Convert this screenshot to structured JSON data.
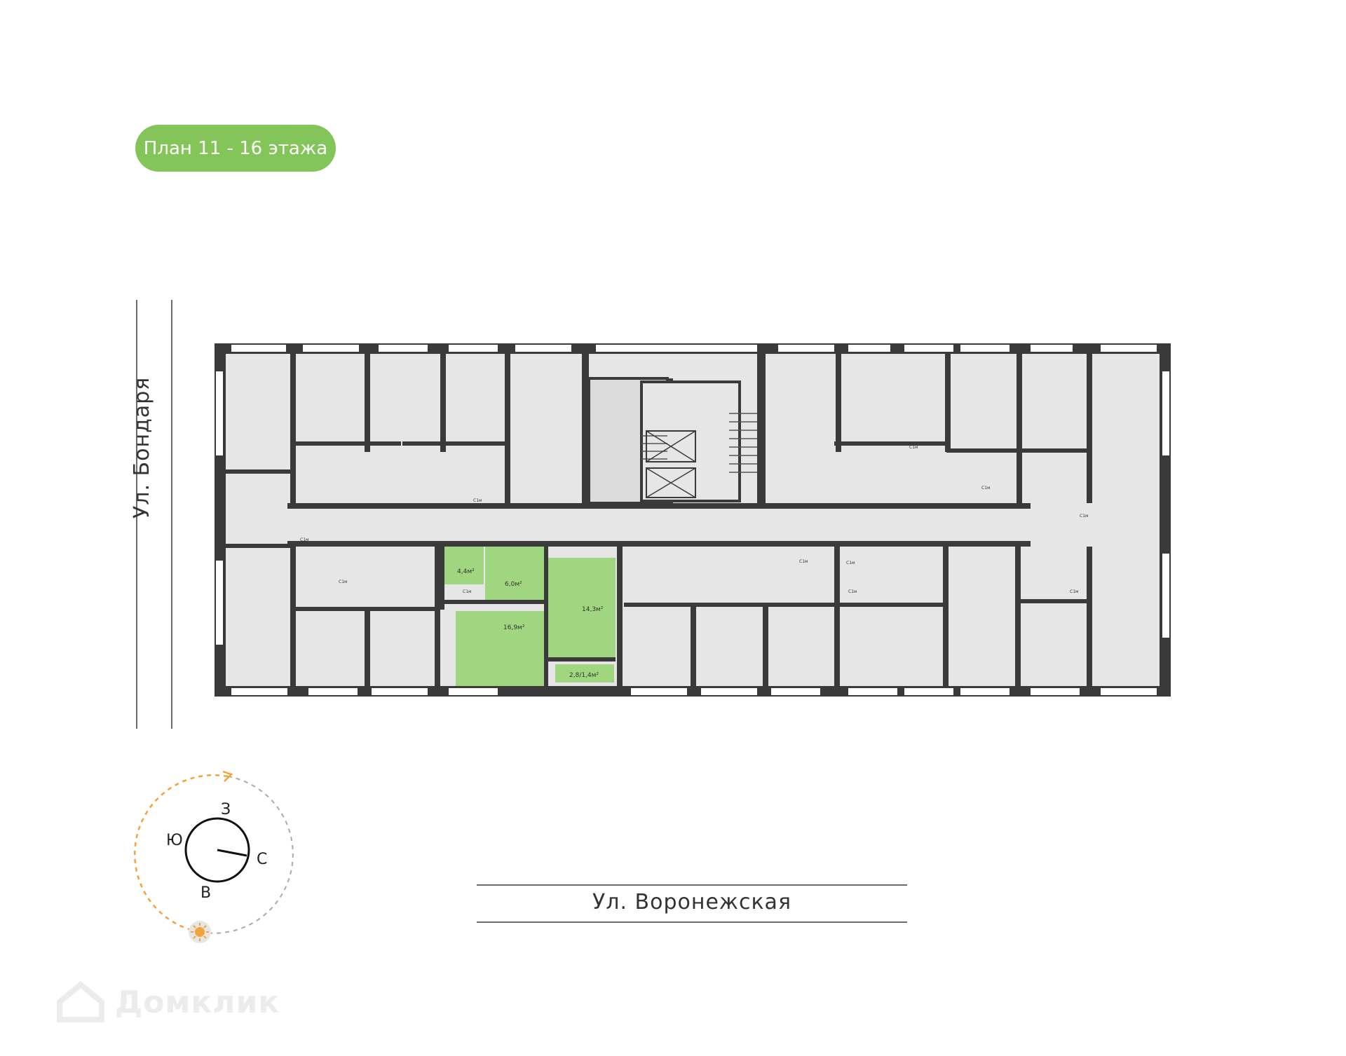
{
  "title": "План 11 - 16 этажа",
  "streets": {
    "west": "Ул. Бондаря",
    "south": "Ул. Воронежская"
  },
  "compass": {
    "north": "З",
    "east": "С",
    "south": "В",
    "west": "Ю"
  },
  "highlighted_apartment": {
    "color": "#9fd67f",
    "rooms": [
      {
        "area": "4,4м²"
      },
      {
        "area": "6,0м²"
      },
      {
        "area": "16,9м²"
      },
      {
        "area": "14,3м²"
      },
      {
        "area": "2,8/1,4м²"
      }
    ]
  },
  "plan_labels": [
    "С1м",
    "С1м",
    "С1м",
    "С1м",
    "С1м",
    "С1м",
    "С1м",
    "С1м",
    "С1м",
    "С1м",
    "С1м"
  ],
  "colors": {
    "accent": "#84c55a",
    "wall": "#3a3a3a",
    "room": "#e6e6e6",
    "sun": "#f2a33a"
  },
  "watermark": "Домклик"
}
